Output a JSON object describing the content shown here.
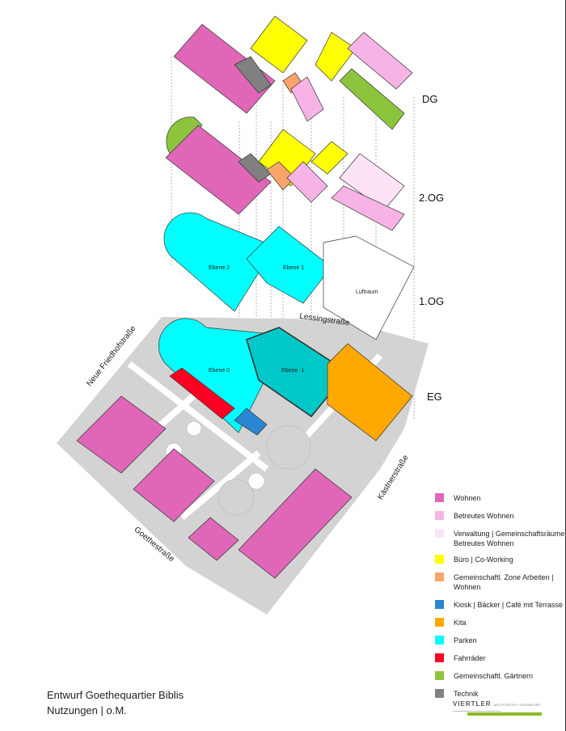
{
  "levels": [
    "DG",
    "2.OG",
    "1.OG",
    "EG"
  ],
  "inner_labels": {
    "ebene2": "Ebene 2",
    "ebene1": "Ebene 1",
    "luftraum": "Luftraum",
    "ebene0": "Ebene 0",
    "ebene_minus1": "Ebene -1"
  },
  "streets": {
    "neue_friedhof": "Neue Friedhofstraße",
    "lessing": "Lessingstraße",
    "goethe": "Goethestraße",
    "kaestner": "Kästnerstraße"
  },
  "legend": [
    {
      "label": "Wohnen",
      "color": "#e066b8"
    },
    {
      "label": "Betreutes Wohnen",
      "color": "#f7b3e6"
    },
    {
      "label": "Verwaltung | Gemeinschaftsräume\nBetreutes Wohnen",
      "color": "#fde3f5"
    },
    {
      "label": "Büro | Co-Working",
      "color": "#ffff00"
    },
    {
      "label": "Gemeinschaftl. Zone Arbeiten | Wohnen",
      "color": "#f9a46a"
    },
    {
      "label": "Kiosk | Bäcker | Café mit Terrasse",
      "color": "#2a86d0"
    },
    {
      "label": "Kita",
      "color": "#ffa800"
    },
    {
      "label": "Parken",
      "color": "#00ffff"
    },
    {
      "label": "Fahrräder",
      "color": "#ff0022"
    },
    {
      "label": "Gemeinschaftl. Gärtnern",
      "color": "#8cc43c"
    },
    {
      "label": "Technik",
      "color": "#808080"
    }
  ],
  "title": {
    "line1": "Entwurf Goethequartier Biblis",
    "line2": "Nutzungen | o.M."
  },
  "logo": {
    "name": "VIERTLER",
    "sub": "ARCHITEKTEN + INGENIEURE"
  }
}
